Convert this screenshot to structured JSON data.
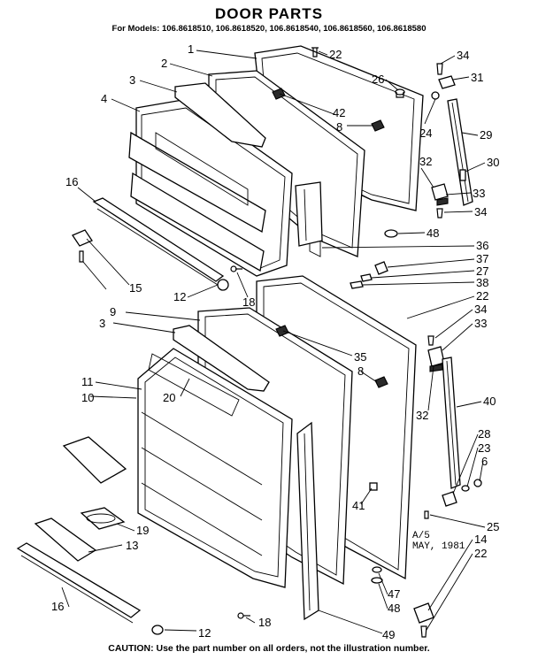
{
  "title": "DOOR PARTS",
  "models": "For Models: 106.8618510, 106.8618520, 106.8618540, 106.8618560, 106.8618580",
  "caution": "CAUTION: Use the part number on all orders, not the illustration number.",
  "stamp": {
    "line1": "A/5",
    "line2": "MAY, 1981"
  },
  "callouts": [
    "1",
    "2",
    "22",
    "26",
    "34",
    "31",
    "3",
    "4",
    "42",
    "8",
    "24",
    "29",
    "32",
    "30",
    "33",
    "34",
    "16",
    "48",
    "36",
    "37",
    "27",
    "38",
    "22",
    "15",
    "12",
    "18",
    "9",
    "3",
    "34",
    "33",
    "35",
    "8",
    "11",
    "10",
    "20",
    "32",
    "40",
    "28",
    "23",
    "6",
    "41",
    "25",
    "14",
    "22",
    "19",
    "13",
    "16",
    "18",
    "12",
    "47",
    "48",
    "49"
  ]
}
